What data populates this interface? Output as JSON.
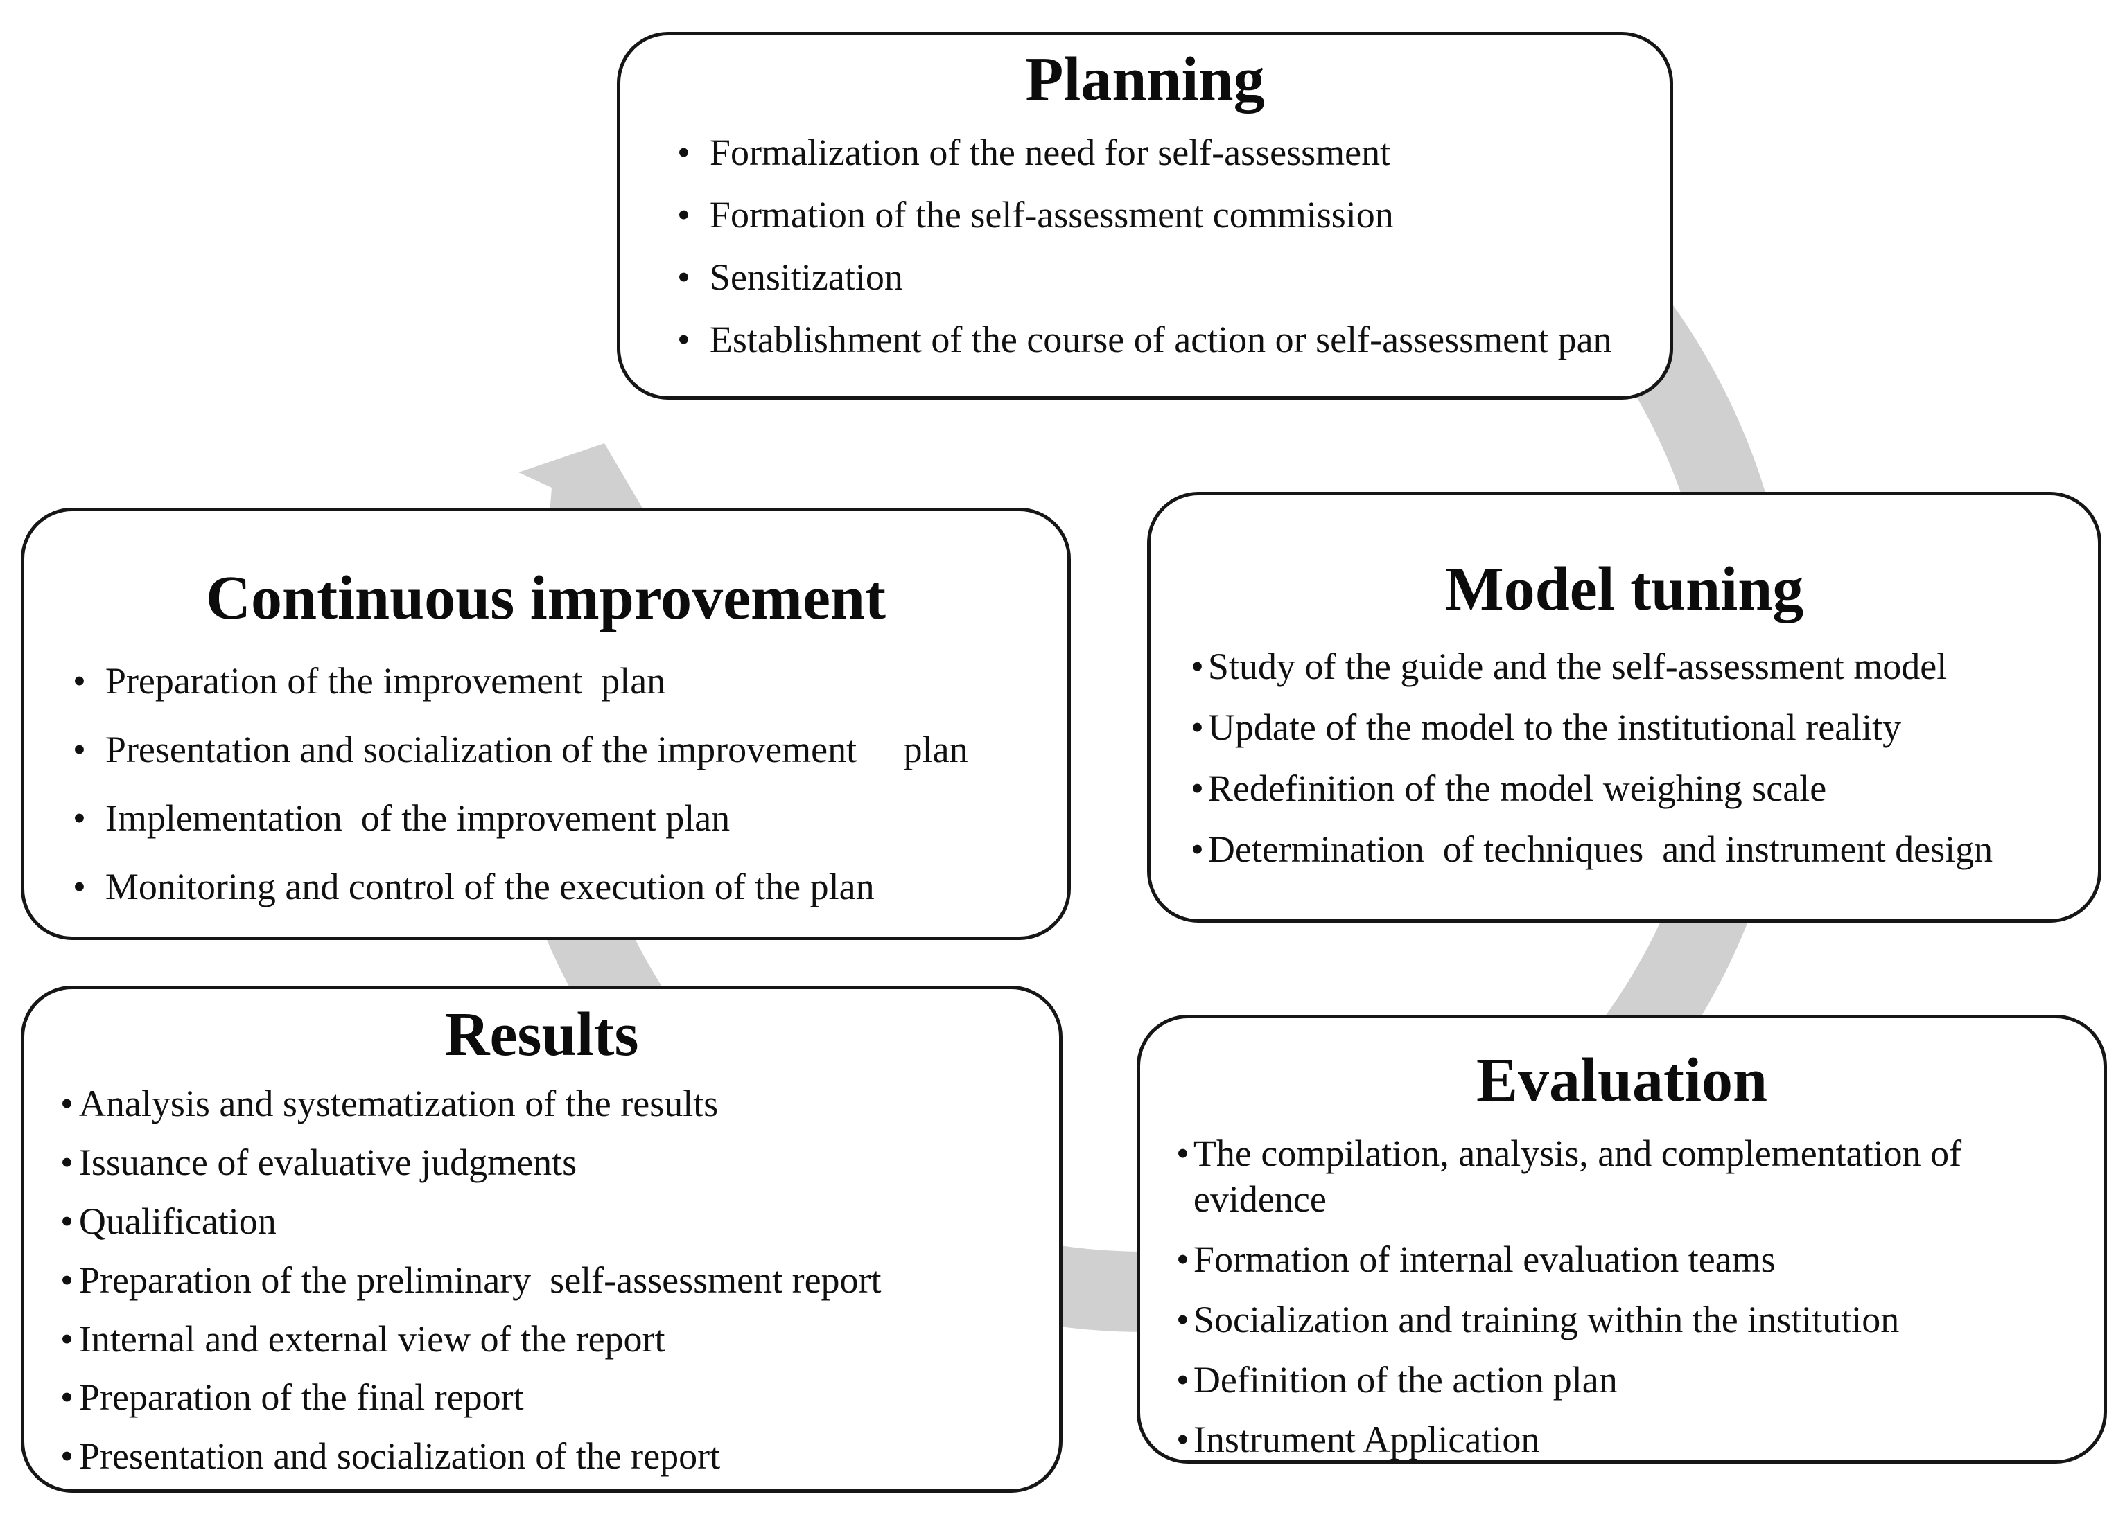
{
  "diagram": {
    "type": "process-cycle",
    "flow_direction": "clockwise",
    "bullet_char": "•",
    "colors": {
      "arrow": "#d0d0d0",
      "box_border": "#161616",
      "box_background": "#ffffff",
      "text": "#101010"
    },
    "boxes": [
      {
        "id": "planning",
        "title": "Planning",
        "items": [
          "Formalization of the need for self-assessment",
          "Formation of the self-assessment commission",
          "Sensitization",
          "Establishment of the course of action or self-assessment pan"
        ]
      },
      {
        "id": "model-tuning",
        "title": "Model tuning",
        "items": [
          "Study of the guide and the self-assessment model",
          "Update of the model to the institutional reality",
          "Redefinition of the model weighing scale",
          "Determination  of techniques  and instrument design"
        ]
      },
      {
        "id": "evaluation",
        "title": "Evaluation",
        "items": [
          "The compilation, analysis, and complementation of evidence",
          "Formation of internal evaluation teams",
          "Socialization and training within the institution",
          "Definition of the action plan",
          "Instrument Application"
        ]
      },
      {
        "id": "results",
        "title": "Results",
        "items": [
          "Analysis and systematization of the results",
          "Issuance of evaluative judgments",
          "Qualification",
          "Preparation of the preliminary  self-assessment report",
          "Internal and external view of the report",
          "Preparation of the final report",
          "Presentation and socialization of the report"
        ]
      },
      {
        "id": "continuous-improvement",
        "title": "Continuous improvement",
        "items": [
          "Preparation of the improvement  plan",
          "Presentation and socialization of the improvement     plan",
          "Implementation  of the improvement plan",
          "Monitoring and control of the execution of the plan"
        ]
      }
    ]
  }
}
